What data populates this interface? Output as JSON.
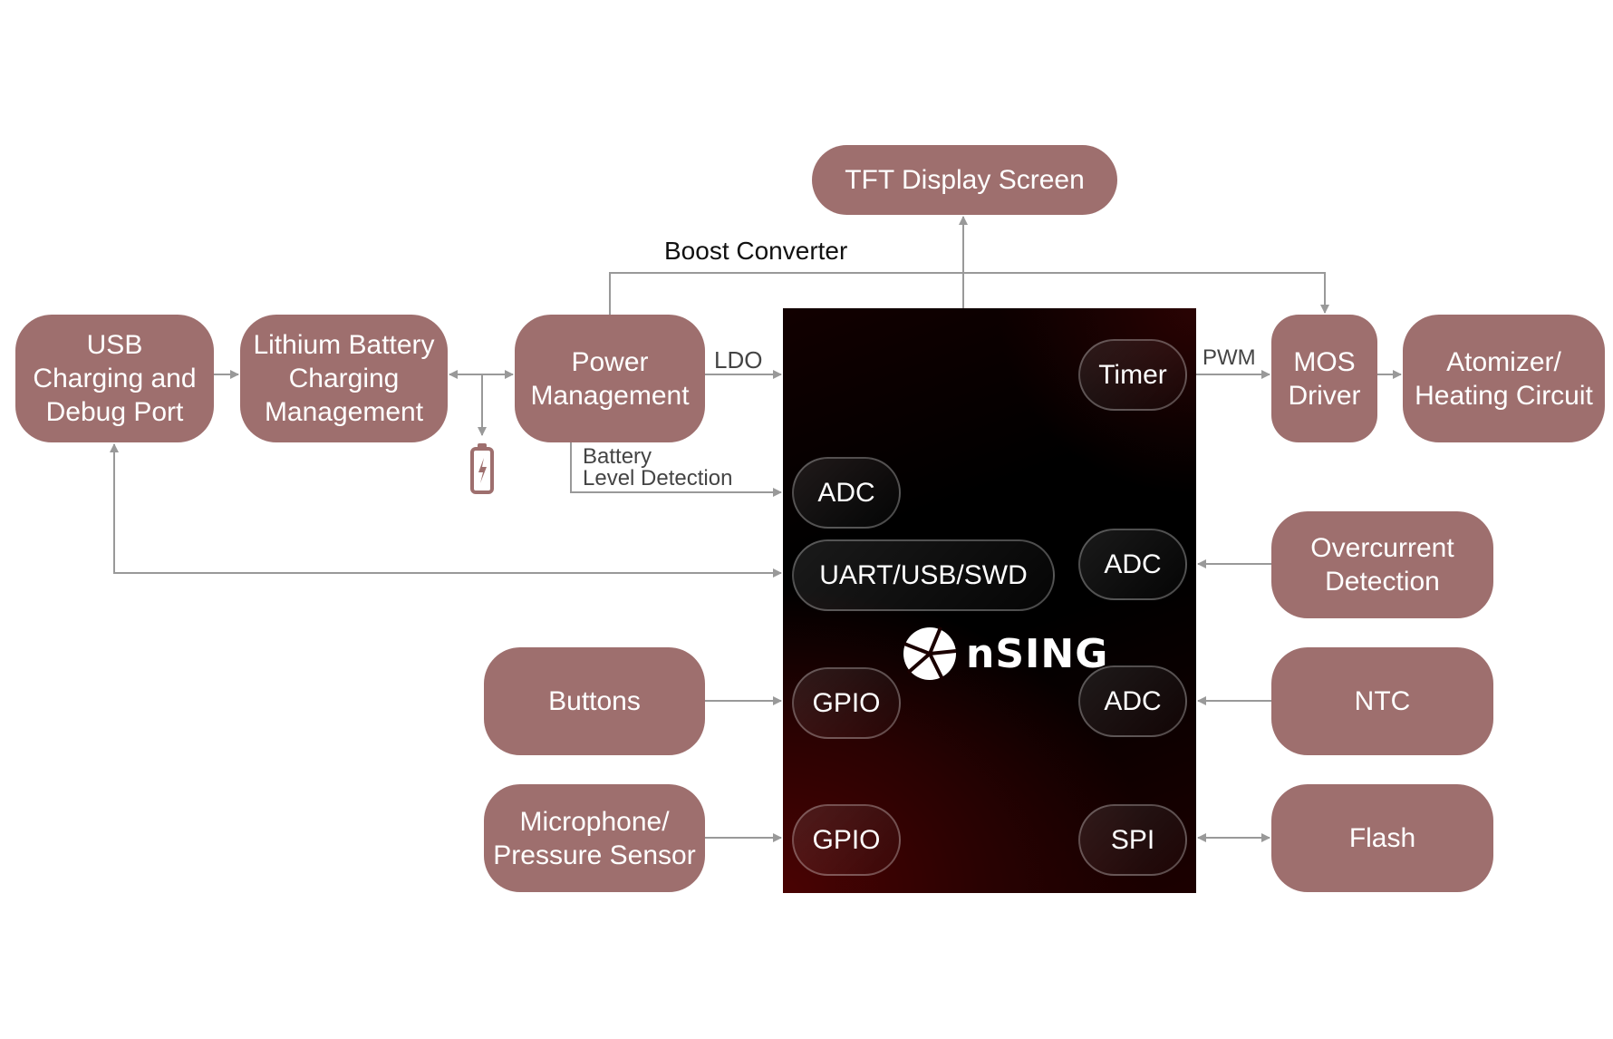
{
  "colors": {
    "block": "#9e6f6e",
    "wire": "#999999",
    "chip_bg": "#000000",
    "text": "#ffffff"
  },
  "blocks": {
    "usb": "USB\nCharging and\nDebug Port",
    "lithium": "Lithium Battery\nCharging\nManagement",
    "power": "Power\nManagement",
    "tft": "TFT Display Screen",
    "mos": "MOS\nDriver",
    "atomizer": "Atomizer/\nHeating Circuit",
    "overcurrent": "Overcurrent\nDetection",
    "ntc": "NTC",
    "flash": "Flash",
    "buttons": "Buttons",
    "mic": "Microphone/\nPressure Sensor"
  },
  "chip": {
    "logo": "nSING",
    "peripherals": {
      "timer": "Timer",
      "adc_left": "ADC",
      "uart": "UART/USB/SWD",
      "gpio_buttons": "GPIO",
      "gpio_mic": "GPIO",
      "adc_overcurrent": "ADC",
      "adc_ntc": "ADC",
      "spi": "SPI"
    }
  },
  "labels": {
    "boost": "Boost Converter",
    "ldo": "LDO",
    "pwm": "PWM",
    "battery_level": "Battery\nLevel Detection"
  },
  "icons": {
    "battery": "battery-charging-icon",
    "logo": "nsing-logo-icon"
  }
}
